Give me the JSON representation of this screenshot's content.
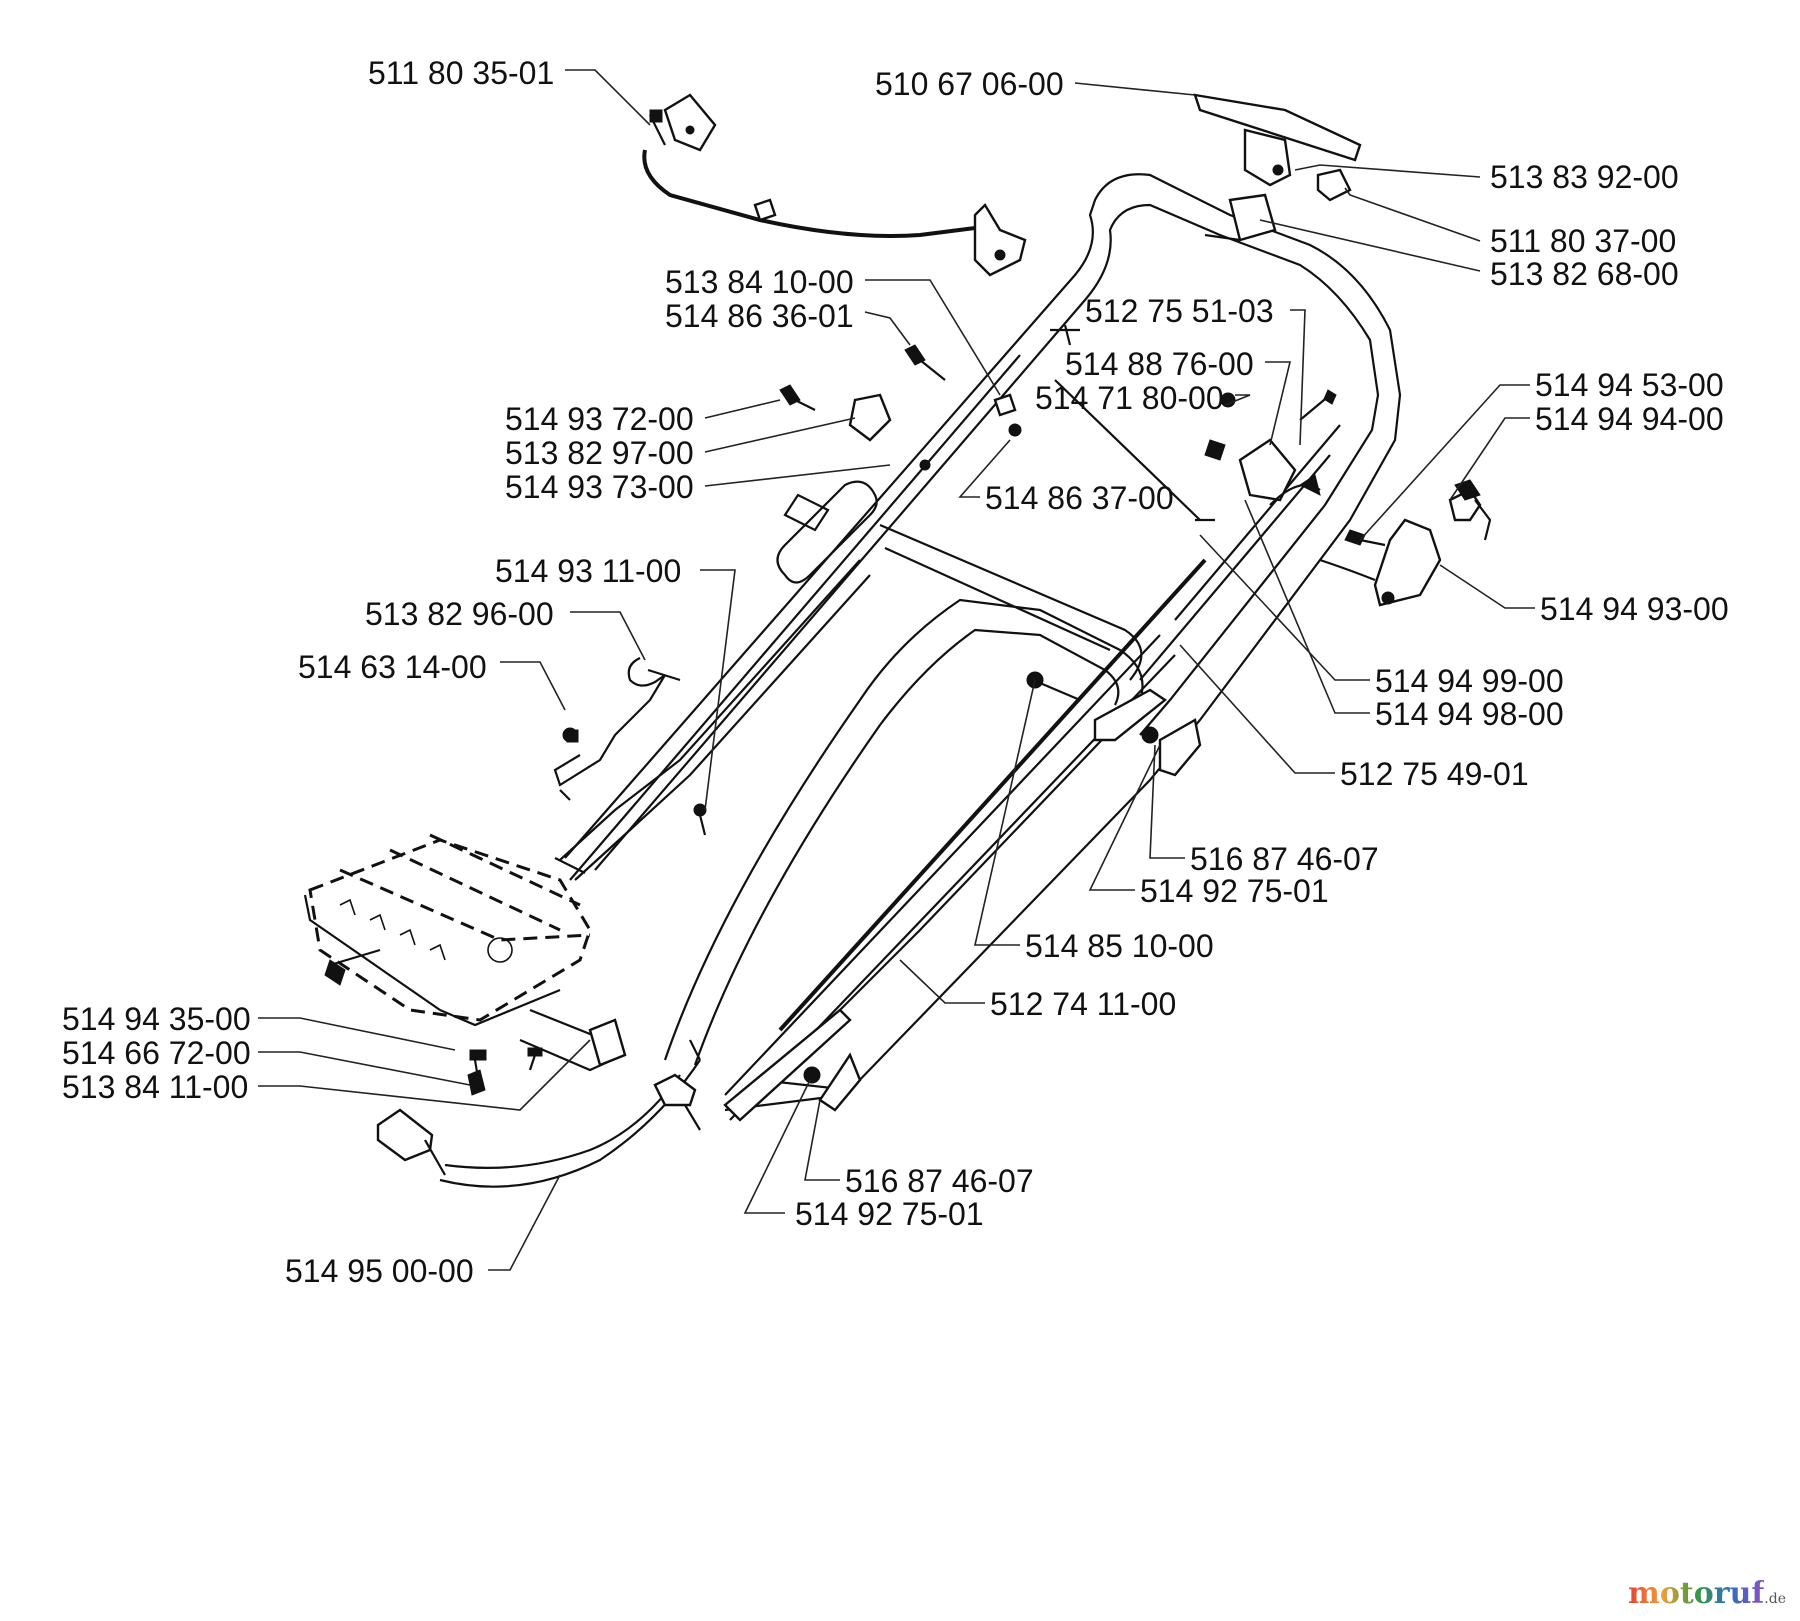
{
  "diagram": {
    "part_numbers": [
      "511 80 35-01",
      "510 67 06-00",
      "513 83 92-00",
      "511 80 37-00",
      "513 82 68-00",
      "513 84 10-00",
      "514 86 36-01",
      "512 75 51-03",
      "514 88 76-00",
      "514 71 80-00",
      "514 94 53-00",
      "514 94 94-00",
      "514 93 72-00",
      "513 82 97-00",
      "514 93 73-00",
      "514 86 37-00",
      "514 94 93-00",
      "514 93 11-00",
      "513 82 96-00",
      "514 63 14-00",
      "514 94 99-00",
      "514 94 98-00",
      "512 75 49-01",
      "516 87 46-07",
      "514 92 75-01",
      "514 85 10-00",
      "512 74 11-00",
      "514 94 35-00",
      "514 66 72-00",
      "513 84 11-00",
      "516 87 46-07",
      "514 92 75-01",
      "514 95 00-00"
    ]
  },
  "watermark": {
    "text": "motoruf",
    "suffix": ".de"
  }
}
